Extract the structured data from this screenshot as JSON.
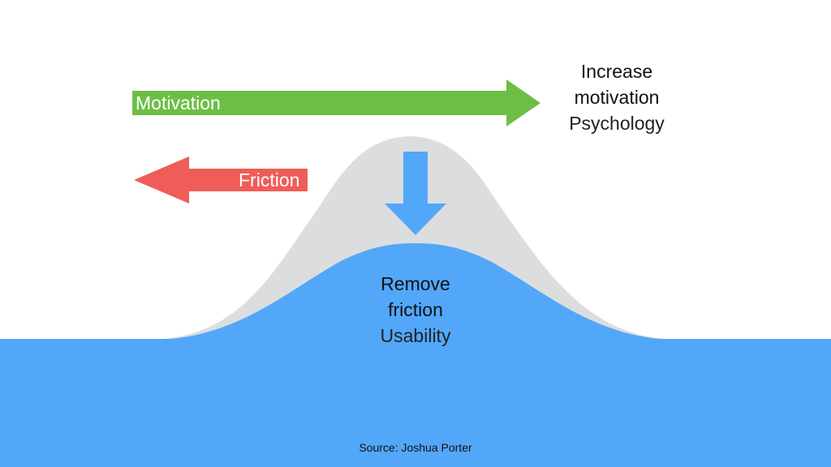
{
  "colors": {
    "motivation": "#6DBE45",
    "friction": "#EF5D58",
    "water": "#52A7F9",
    "mountain": "#DCDDDE",
    "down_arrow": "#52A7F9"
  },
  "motivation_arrow": {
    "label": "Motivation"
  },
  "friction_arrow": {
    "label": "Friction"
  },
  "increase_block": {
    "line1": "Increase",
    "line2": "motivation",
    "line3": "Psychology"
  },
  "remove_block": {
    "line1": "Remove",
    "line2": "friction",
    "line3": "Usability"
  },
  "source": "Source: Joshua Porter"
}
